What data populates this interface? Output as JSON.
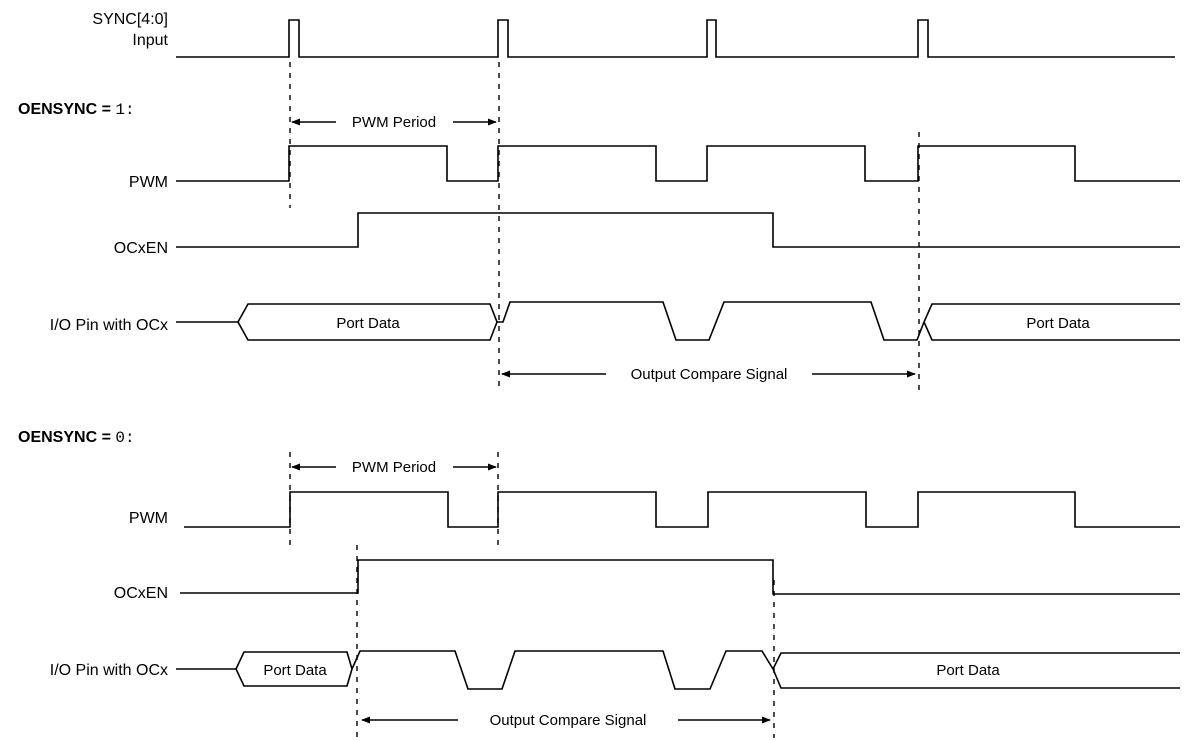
{
  "sync": {
    "label_line1": "SYNC[4:0]",
    "label_line2": "Input"
  },
  "section_top": {
    "header_prefix": "OENSYNC = ",
    "header_value": "1:"
  },
  "section_bottom": {
    "header_prefix": "OENSYNC = ",
    "header_value": "0:"
  },
  "signals": {
    "pwm": "PWM",
    "ocxen": "OCxEN",
    "io_pin": "I/O Pin with OCx"
  },
  "annotations": {
    "pwm_period": "PWM Period",
    "port_data": "Port Data",
    "output_compare_signal": "Output Compare Signal"
  }
}
